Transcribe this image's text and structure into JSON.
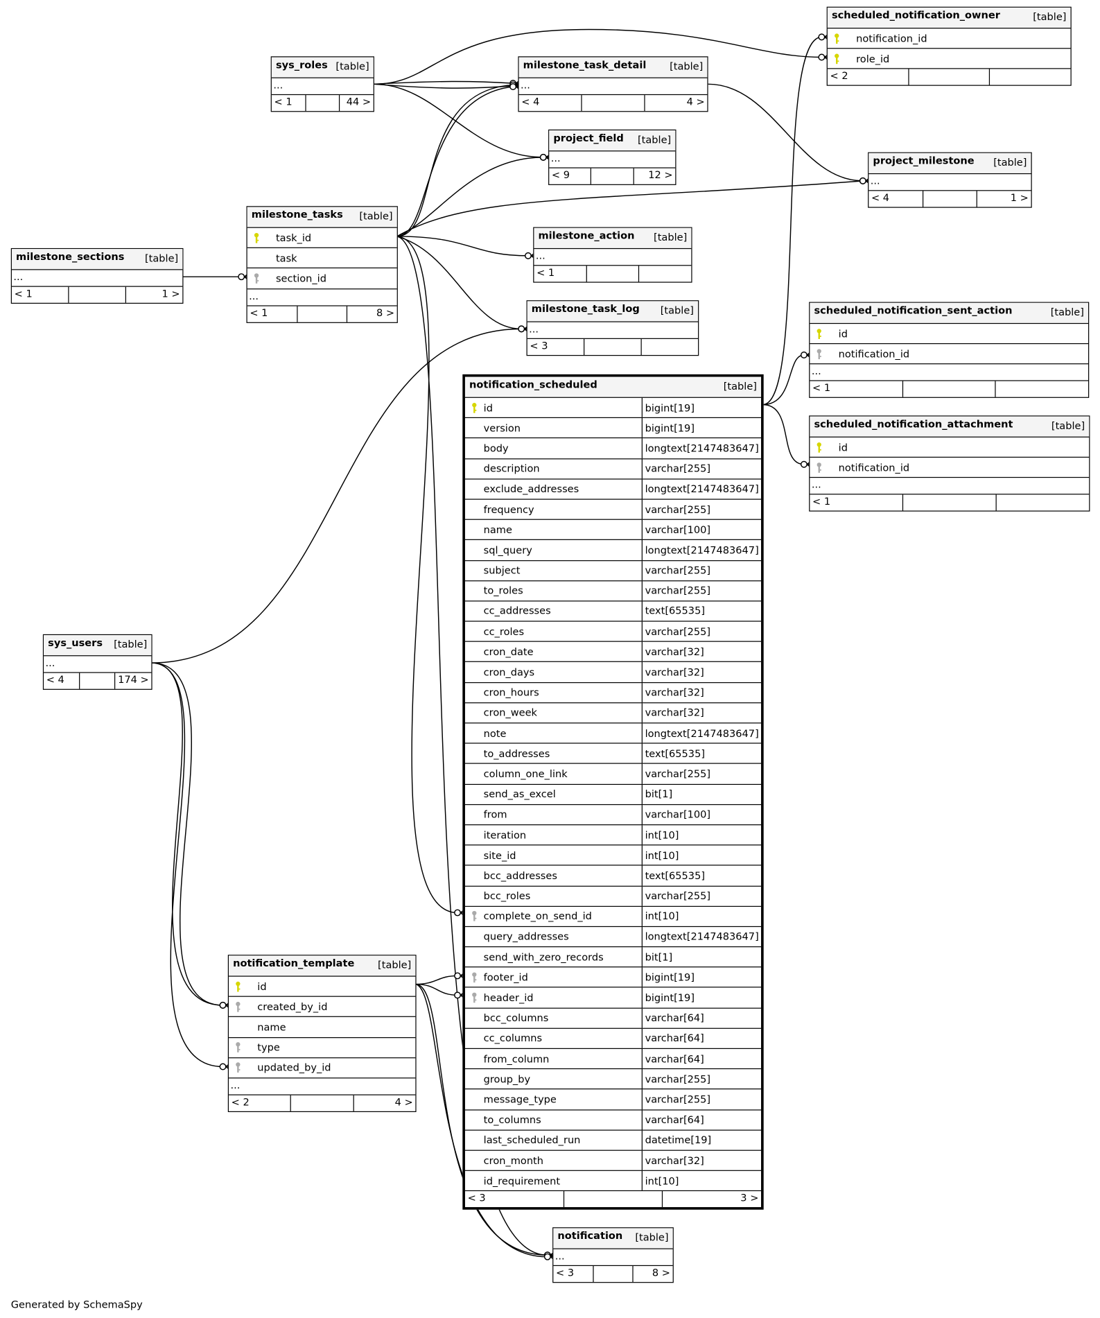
{
  "footer_note": "Generated by SchemaSpy",
  "colors": {
    "primary_key": "#d6d600",
    "foreign_key": "#aaaaaa",
    "header_bg": "#f4f4f4"
  },
  "tables": [
    {
      "id": "sys_roles",
      "name": "sys_roles",
      "label": "[table]",
      "columns": [],
      "more": "...",
      "footer": [
        "< 1",
        "",
        "44 >"
      ]
    },
    {
      "id": "milestone_task_detail",
      "name": "milestone_task_detail",
      "label": "[table]",
      "columns": [],
      "more": "...",
      "footer": [
        "< 4",
        "",
        "4 >"
      ]
    },
    {
      "id": "scheduled_notification_owner",
      "name": "scheduled_notification_owner",
      "label": "[table]",
      "columns": [
        {
          "name": "notification_id",
          "key": "pk"
        },
        {
          "name": "role_id",
          "key": "pk"
        }
      ],
      "more": null,
      "footer": [
        "< 2",
        "",
        ""
      ]
    },
    {
      "id": "project_field",
      "name": "project_field",
      "label": "[table]",
      "columns": [],
      "more": "...",
      "footer": [
        "< 9",
        "",
        "12 >"
      ]
    },
    {
      "id": "project_milestone",
      "name": "project_milestone",
      "label": "[table]",
      "columns": [],
      "more": "...",
      "footer": [
        "< 4",
        "",
        "1 >"
      ]
    },
    {
      "id": "milestone_tasks",
      "name": "milestone_tasks",
      "label": "[table]",
      "columns": [
        {
          "name": "task_id",
          "key": "pk"
        },
        {
          "name": "task",
          "key": null
        },
        {
          "name": "section_id",
          "key": "fk"
        }
      ],
      "more": "...",
      "footer": [
        "< 1",
        "",
        "8 >"
      ]
    },
    {
      "id": "milestone_sections",
      "name": "milestone_sections",
      "label": "[table]",
      "columns": [],
      "more": "...",
      "footer": [
        "< 1",
        "",
        "1 >"
      ]
    },
    {
      "id": "milestone_action",
      "name": "milestone_action",
      "label": "[table]",
      "columns": [],
      "more": "...",
      "footer": [
        "< 1",
        "",
        ""
      ]
    },
    {
      "id": "milestone_task_log",
      "name": "milestone_task_log",
      "label": "[table]",
      "columns": [],
      "more": "...",
      "footer": [
        "< 3",
        "",
        ""
      ]
    },
    {
      "id": "scheduled_notification_sent_action",
      "name": "scheduled_notification_sent_action",
      "label": "[table]",
      "columns": [
        {
          "name": "id",
          "key": "pk"
        },
        {
          "name": "notification_id",
          "key": "fk"
        }
      ],
      "more": "...",
      "footer": [
        "< 1",
        "",
        ""
      ]
    },
    {
      "id": "scheduled_notification_attachment",
      "name": "scheduled_notification_attachment",
      "label": "[table]",
      "columns": [
        {
          "name": "id",
          "key": "pk"
        },
        {
          "name": "notification_id",
          "key": "fk"
        }
      ],
      "more": "...",
      "footer": [
        "< 1",
        "",
        ""
      ]
    },
    {
      "id": "notification_scheduled",
      "name": "notification_scheduled",
      "label": "[table]",
      "focus": true,
      "columns": [
        {
          "name": "id",
          "type": "bigint[19]",
          "key": "pk"
        },
        {
          "name": "version",
          "type": "bigint[19]",
          "key": null
        },
        {
          "name": "body",
          "type": "longtext[2147483647]",
          "key": null
        },
        {
          "name": "description",
          "type": "varchar[255]",
          "key": null
        },
        {
          "name": "exclude_addresses",
          "type": "longtext[2147483647]",
          "key": null
        },
        {
          "name": "frequency",
          "type": "varchar[255]",
          "key": null
        },
        {
          "name": "name",
          "type": "varchar[100]",
          "key": null
        },
        {
          "name": "sql_query",
          "type": "longtext[2147483647]",
          "key": null
        },
        {
          "name": "subject",
          "type": "varchar[255]",
          "key": null
        },
        {
          "name": "to_roles",
          "type": "varchar[255]",
          "key": null
        },
        {
          "name": "cc_addresses",
          "type": "text[65535]",
          "key": null
        },
        {
          "name": "cc_roles",
          "type": "varchar[255]",
          "key": null
        },
        {
          "name": "cron_date",
          "type": "varchar[32]",
          "key": null
        },
        {
          "name": "cron_days",
          "type": "varchar[32]",
          "key": null
        },
        {
          "name": "cron_hours",
          "type": "varchar[32]",
          "key": null
        },
        {
          "name": "cron_week",
          "type": "varchar[32]",
          "key": null
        },
        {
          "name": "note",
          "type": "longtext[2147483647]",
          "key": null
        },
        {
          "name": "to_addresses",
          "type": "text[65535]",
          "key": null
        },
        {
          "name": "column_one_link",
          "type": "varchar[255]",
          "key": null
        },
        {
          "name": "send_as_excel",
          "type": "bit[1]",
          "key": null
        },
        {
          "name": "from",
          "type": "varchar[100]",
          "key": null
        },
        {
          "name": "iteration",
          "type": "int[10]",
          "key": null
        },
        {
          "name": "site_id",
          "type": "int[10]",
          "key": null
        },
        {
          "name": "bcc_addresses",
          "type": "text[65535]",
          "key": null
        },
        {
          "name": "bcc_roles",
          "type": "varchar[255]",
          "key": null
        },
        {
          "name": "complete_on_send_id",
          "type": "int[10]",
          "key": "fk"
        },
        {
          "name": "query_addresses",
          "type": "longtext[2147483647]",
          "key": null
        },
        {
          "name": "send_with_zero_records",
          "type": "bit[1]",
          "key": null
        },
        {
          "name": "footer_id",
          "type": "bigint[19]",
          "key": "fk"
        },
        {
          "name": "header_id",
          "type": "bigint[19]",
          "key": "fk"
        },
        {
          "name": "bcc_columns",
          "type": "varchar[64]",
          "key": null
        },
        {
          "name": "cc_columns",
          "type": "varchar[64]",
          "key": null
        },
        {
          "name": "from_column",
          "type": "varchar[64]",
          "key": null
        },
        {
          "name": "group_by",
          "type": "varchar[255]",
          "key": null
        },
        {
          "name": "message_type",
          "type": "varchar[255]",
          "key": null
        },
        {
          "name": "to_columns",
          "type": "varchar[64]",
          "key": null
        },
        {
          "name": "last_scheduled_run",
          "type": "datetime[19]",
          "key": null
        },
        {
          "name": "cron_month",
          "type": "varchar[32]",
          "key": null
        },
        {
          "name": "id_requirement",
          "type": "int[10]",
          "key": null
        }
      ],
      "more": null,
      "footer": [
        "< 3",
        "",
        "3 >"
      ]
    },
    {
      "id": "sys_users",
      "name": "sys_users",
      "label": "[table]",
      "columns": [],
      "more": "...",
      "footer": [
        "< 4",
        "",
        "174 >"
      ]
    },
    {
      "id": "notification_template",
      "name": "notification_template",
      "label": "[table]",
      "columns": [
        {
          "name": "id",
          "key": "pk"
        },
        {
          "name": "created_by_id",
          "key": "fk"
        },
        {
          "name": "name",
          "key": null
        },
        {
          "name": "type",
          "key": "fk"
        },
        {
          "name": "updated_by_id",
          "key": "fk"
        }
      ],
      "more": "...",
      "footer": [
        "< 2",
        "",
        "4 >"
      ]
    },
    {
      "id": "notification",
      "name": "notification",
      "label": "[table]",
      "columns": [],
      "more": "...",
      "footer": [
        "< 3",
        "",
        "8 >"
      ]
    }
  ]
}
